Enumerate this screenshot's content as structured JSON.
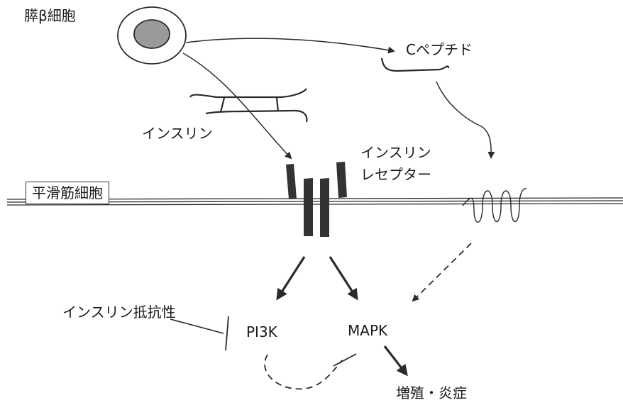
{
  "labels": {
    "beta_cell": "膵β細胞",
    "c_peptide": "Cペプチド",
    "insulin": "インスリン",
    "insulin_receptor_line1": "インスリン",
    "insulin_receptor_line2": "レセプター",
    "smooth_muscle": "平滑筋細胞",
    "insulin_resistance": "インスリン抵抗性",
    "pi3k": "PI3K",
    "mapk": "MAPK",
    "proliferation": "増殖・炎症"
  },
  "colors": {
    "line": "#2a2a2a",
    "receptor": "#333333",
    "cell_fill": "#9a9a9a"
  }
}
